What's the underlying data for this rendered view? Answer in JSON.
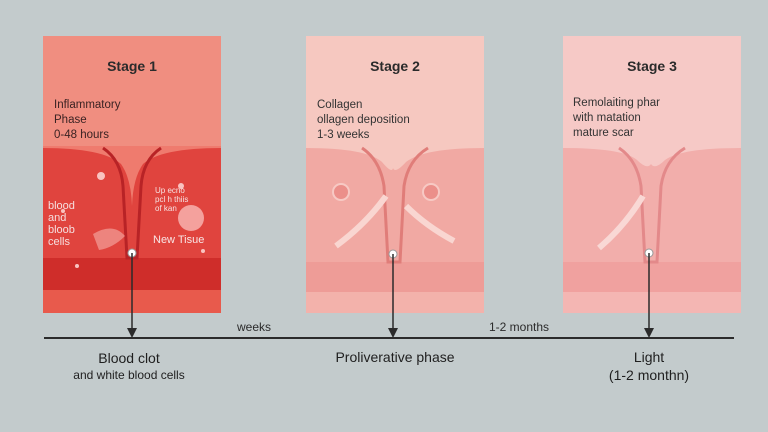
{
  "stages": [
    {
      "title": "Stage 1",
      "description": "Inflammatory\nPhase\n0-48 hours",
      "labels": [
        "blood\nand\nbloob\ncells",
        "Up ecno\npcl h thiis\nof kan",
        "New Tisue"
      ]
    },
    {
      "title": "Stage 2",
      "description": "Collagen\nollagen deposition\n1-3 weeks"
    },
    {
      "title": "Stage 3",
      "description": "Remolaiting phar\nwith matation\nmature scar"
    }
  ],
  "timeline": {
    "labels": [
      "weeks",
      "1-2 months"
    ]
  },
  "bottom": {
    "left": [
      "Blood clot",
      "and white blood cells"
    ],
    "middle": [
      "Proliverative phase"
    ],
    "right": [
      "Light",
      "(1-2 monthn)"
    ]
  },
  "colors": {
    "background": "#c3cbcc",
    "stage1": "#e04a42",
    "stage2": "#f6c8c0",
    "stage3": "#f6c9c6",
    "timeline": "#2b2b2b"
  }
}
